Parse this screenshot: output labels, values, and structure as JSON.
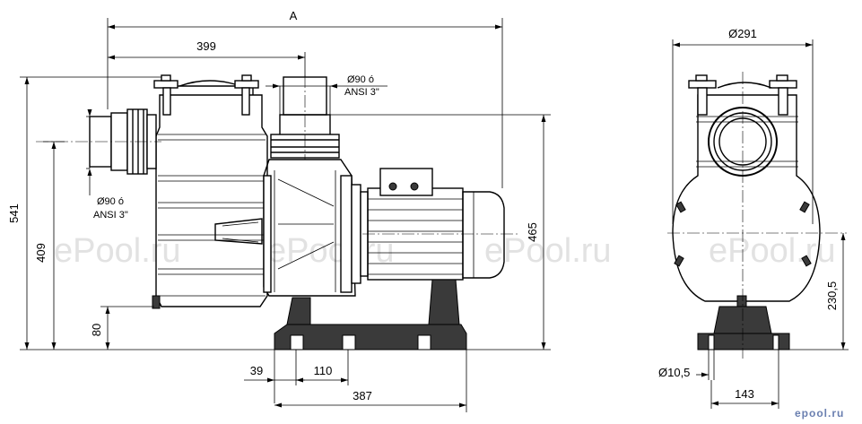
{
  "dimensions": {
    "overall_length": "A",
    "inlet_to_outlet": "399",
    "total_height": "541",
    "inlet_axis_height": "409",
    "outlet_height": "465",
    "foot_height": "80",
    "foot_offset": "39",
    "foot_hole_spacing": "110",
    "base_length": "387",
    "body_diameter": "Ø291",
    "axis_height_side": "230,5",
    "hole_diameter": "Ø10,5",
    "base_width": "143"
  },
  "annotations": {
    "outlet_size": "Ø90 ó",
    "outlet_standard": "ANSI 3\"",
    "inlet_size": "Ø90 ó",
    "inlet_standard": "ANSI 3\""
  },
  "watermark": {
    "text": "ePool.ru"
  },
  "logo": {
    "text": "epool.ru"
  }
}
